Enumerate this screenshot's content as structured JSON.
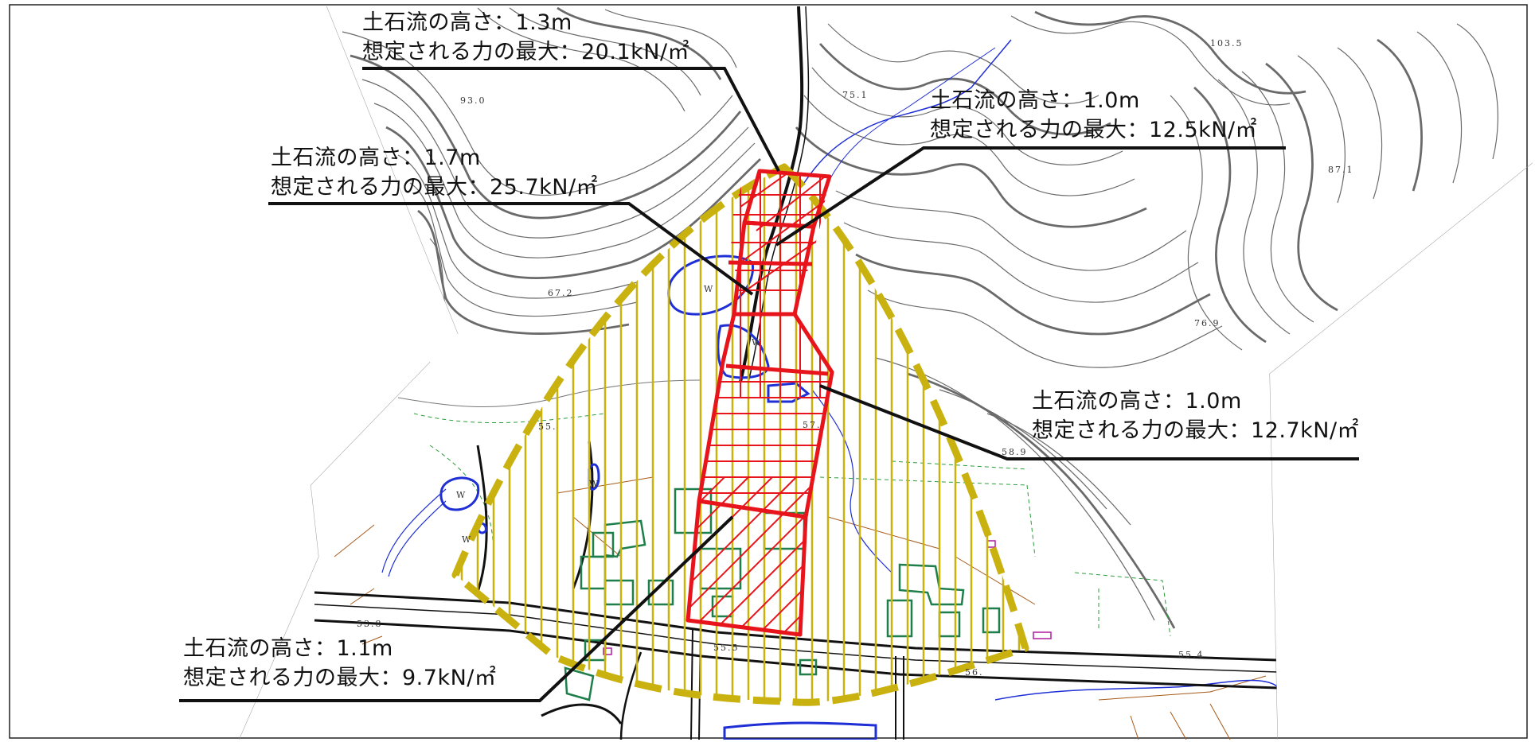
{
  "callouts": [
    {
      "height": "土石流の高さ：1.3m",
      "force": "想定される力の最大：20.1kN/㎡"
    },
    {
      "height": "土石流の高さ：1.0m",
      "force": "想定される力の最大：12.5kN/㎡"
    },
    {
      "height": "土石流の高さ：1.7m",
      "force": "想定される力の最大：25.7kN/㎡"
    },
    {
      "height": "土石流の高さ：1.0m",
      "force": "想定される力の最大：12.7kN/㎡"
    },
    {
      "height": "土石流の高さ：1.1m",
      "force": "想定される力の最大：9.7kN/㎡"
    }
  ],
  "elevations": [
    "103.5",
    "93.0",
    "75.1",
    "87.1",
    "67.2",
    "76.9",
    "55.",
    "57.",
    "58.9",
    "53.8",
    "55.5",
    "55.4",
    "56."
  ],
  "water_mark": "W",
  "colors": {
    "special_zone": "#e8141c",
    "warning_zone": "#c9b20f",
    "water": "#1f2fd6",
    "buildings": "#1e7f4a",
    "contours": "#6a6a6a",
    "roads": "#111111"
  }
}
